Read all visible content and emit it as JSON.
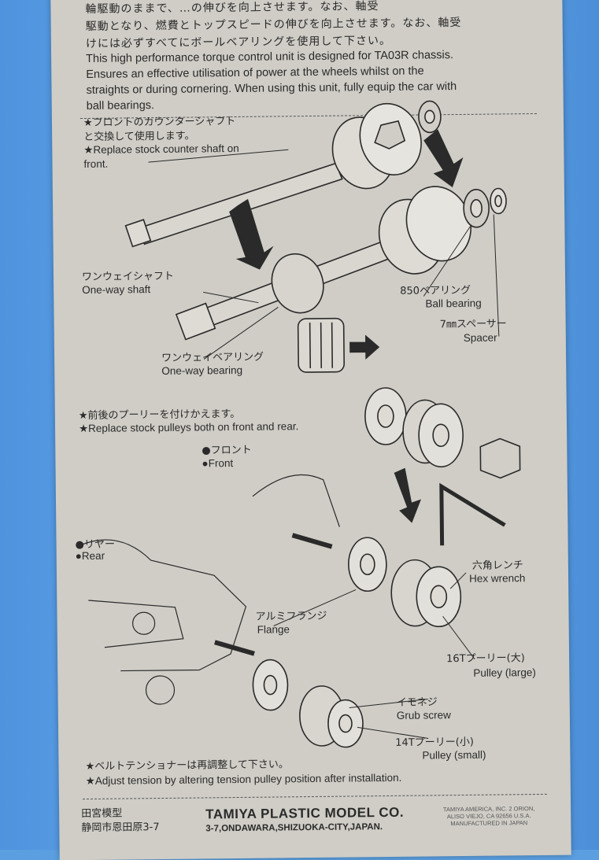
{
  "intro": {
    "jp_lines": [
      "輪駆動のままで、…の伸びを向上させます。なお、軸受",
      "駆動となり、燃費とトップスピードの伸びを向上させます。なお、軸受",
      "けには必ずすべてにボールベアリングを使用して下さい。"
    ],
    "en_lines": [
      "This high performance torque control unit is designed for TA03R chassis.",
      "Ensures an effective utilisation of power at the wheels whilst on the",
      "straights or during cornering. When using this unit, fully equip the car with",
      "ball bearings."
    ]
  },
  "section1": {
    "note_jp_1": "★フロントのカウンターシャフト",
    "note_jp_2": "と交換して使用します。",
    "note_en_1": "★Replace stock counter shaft on",
    "note_en_2": "front.",
    "oneway_shaft_jp": "ワンウェイシャフト",
    "oneway_shaft_en": "One-way shaft",
    "ball_bearing_jp": "850ベアリング",
    "ball_bearing_en": "Ball bearing",
    "spacer_jp": "7㎜スペーサー",
    "spacer_en": "Spacer",
    "oneway_bearing_jp": "ワンウェイベアリング",
    "oneway_bearing_en": "One-way bearing"
  },
  "section2": {
    "note_jp": "★前後のプーリーを付けかえます。",
    "note_en": "★Replace stock pulleys both on front and rear.",
    "front_jp": "●フロント",
    "front_en": "●Front",
    "rear_jp": "●リヤー",
    "rear_en": "●Rear",
    "hex_jp": "六角レンチ",
    "hex_en": "Hex wrench",
    "flange_jp": "アルミフランジ",
    "flange_en": "Flange",
    "pulley_large_jp": "16Tプーリー(大)",
    "pulley_large_en": "Pulley (large)",
    "grub_jp": "イモネジ",
    "grub_en": "Grub screw",
    "pulley_small_jp": "14Tプーリー(小)",
    "pulley_small_en": "Pulley (small)",
    "tension_jp": "★ベルトテンショナーは再調整して下さい。",
    "tension_en": "★Adjust tension by altering tension pulley position after installation."
  },
  "footer": {
    "jp_company": "田宮模型",
    "jp_address": "静岡市恩田原3-7",
    "company": "TAMIYA PLASTIC MODEL CO.",
    "address": "3-7,ONDAWARA,SHIZUOKA-CITY,JAPAN.",
    "us_1": "TAMIYA AMERICA, INC. 2 ORION,",
    "us_2": "ALISO VIEJO, CA 92656 U.S.A.",
    "us_3": "MANUFACTURED IN JAPAN"
  }
}
